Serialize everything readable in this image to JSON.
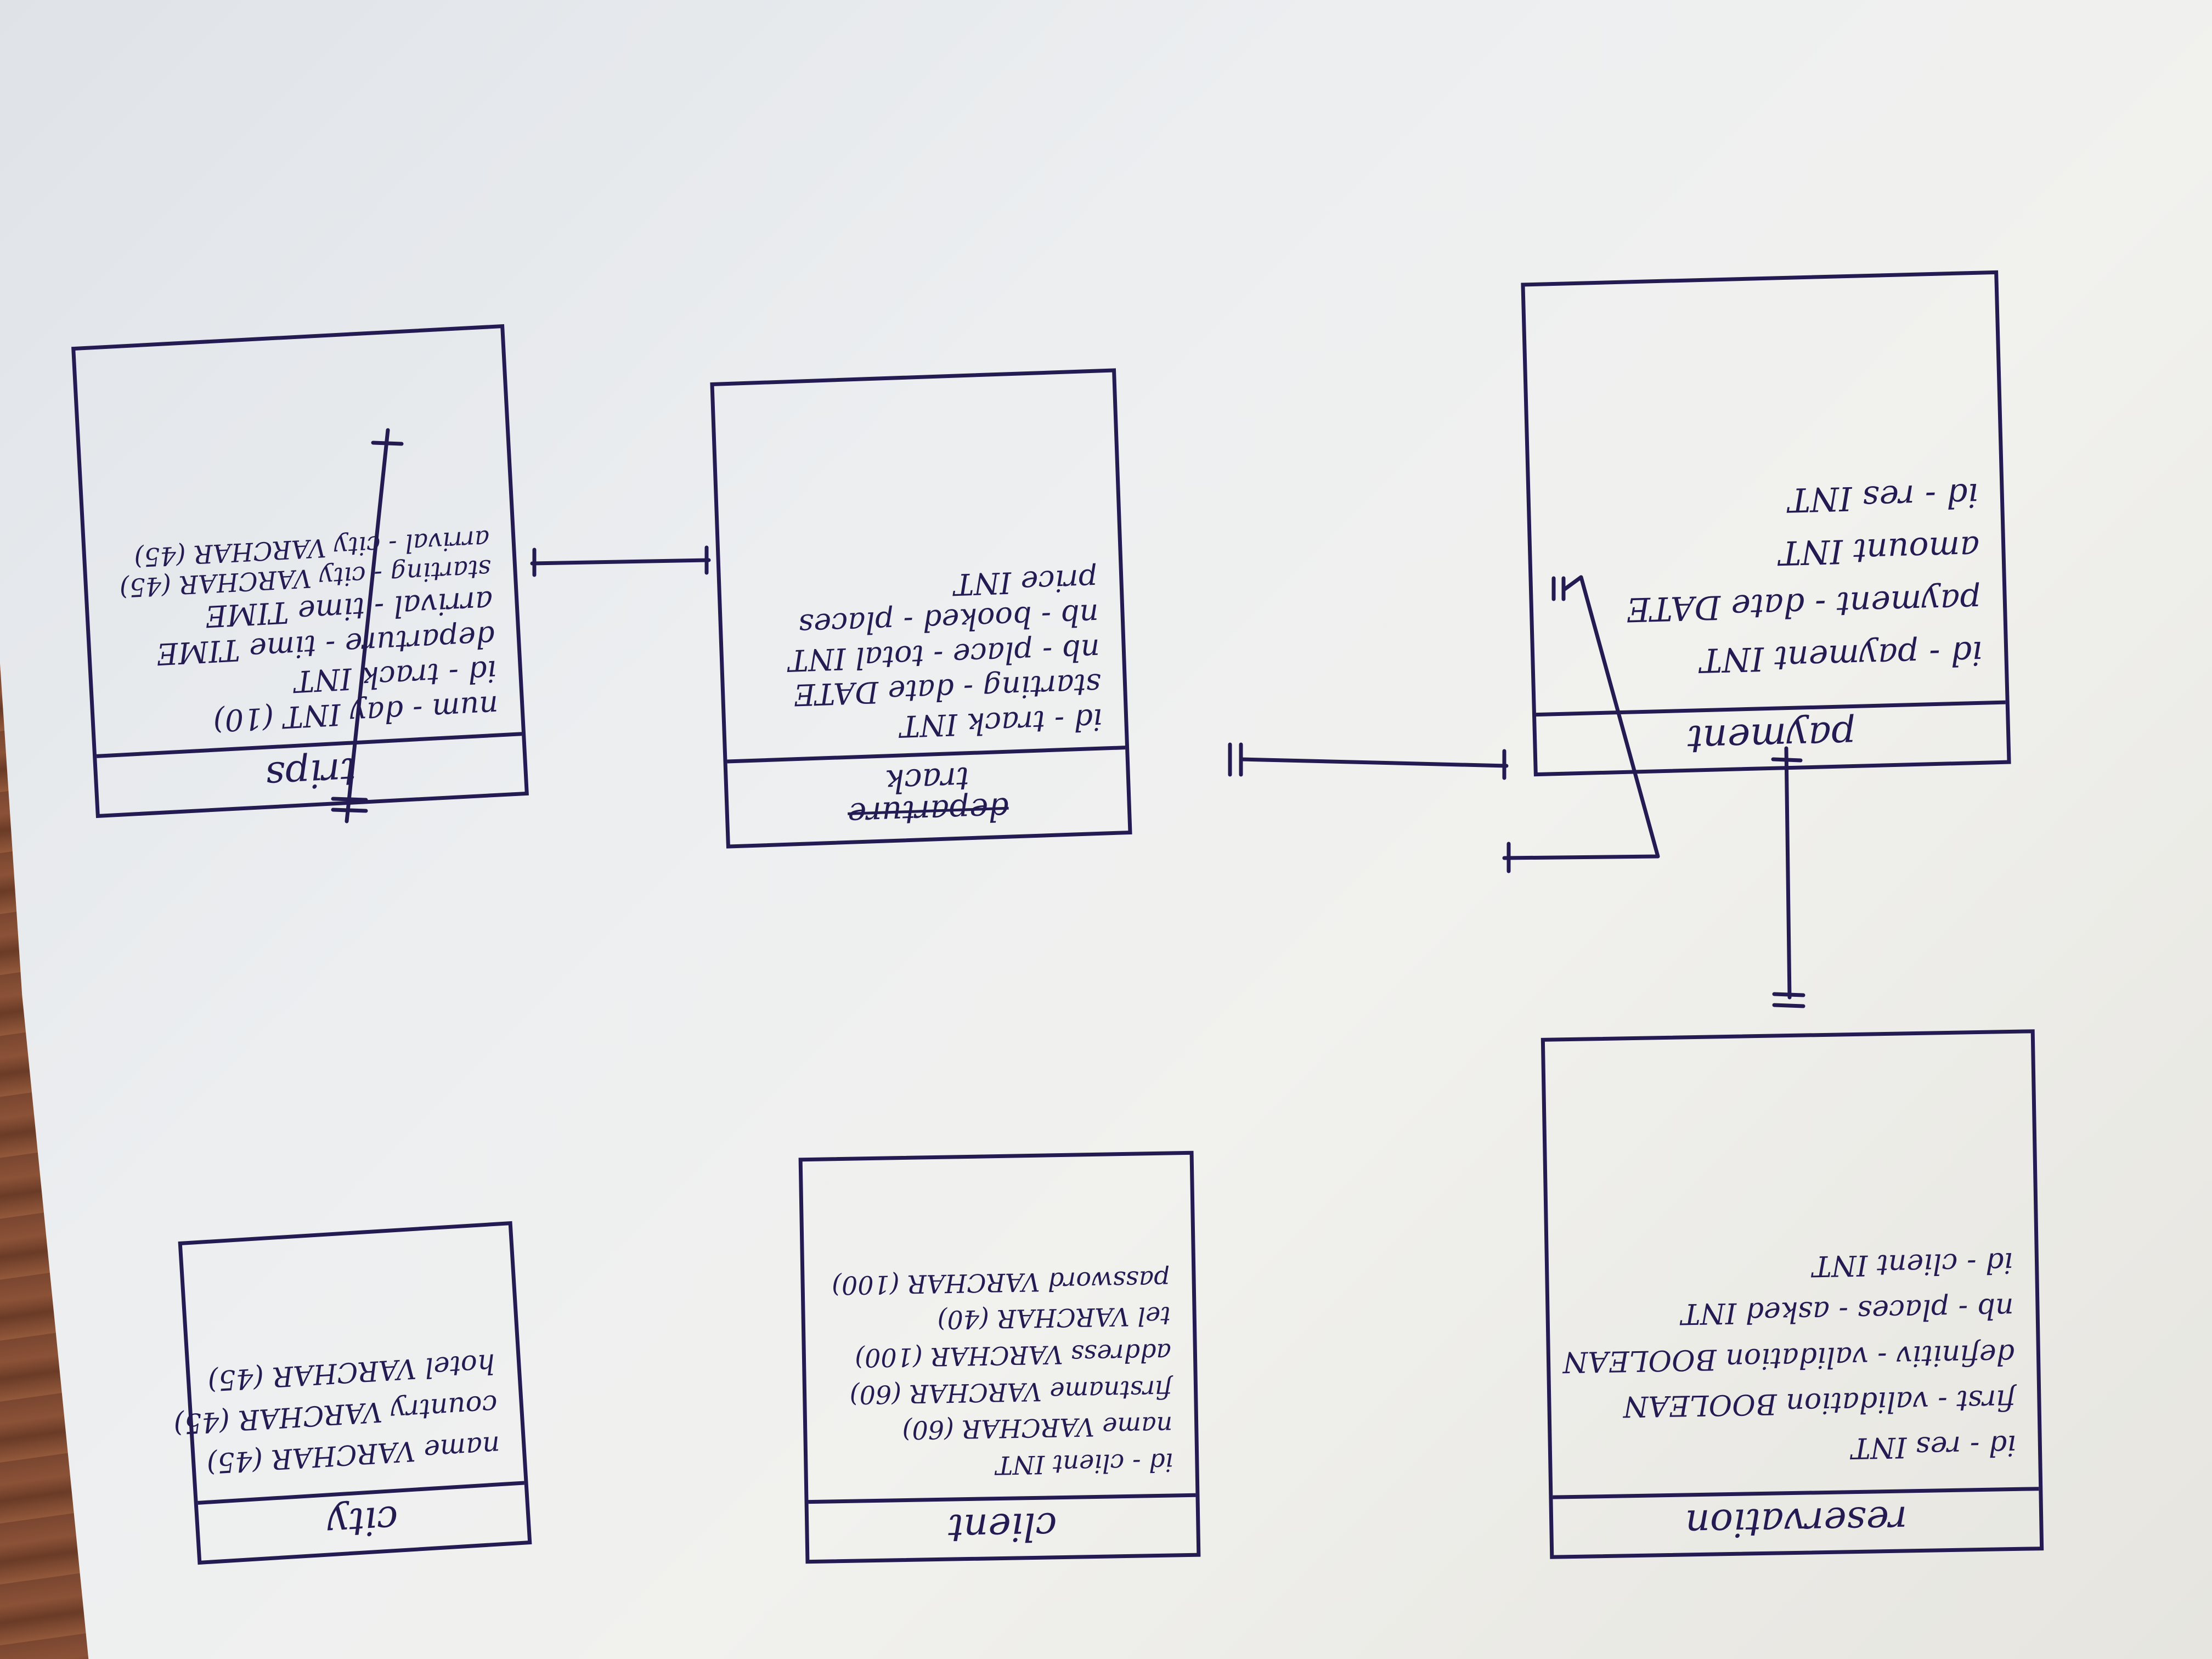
{
  "entities": {
    "trips": {
      "title": "trips",
      "attributes": [
        "num - day INT (10)",
        "id - track INT",
        "departure - time TIME",
        "arrival - time TIME",
        "starting - city VARCHAR (45)",
        "arrival - city VARCHAR (45)"
      ]
    },
    "track": {
      "title_struck": "departure",
      "title": "track",
      "attributes": [
        "id - track INT",
        "starting - date DATE",
        "nb - place - total INT",
        "nb - booked - places",
        "price INT"
      ]
    },
    "payment": {
      "title": "payment",
      "attributes": [
        "id - payment INT",
        "payment - date DATE",
        "amount INT",
        "id - res INT"
      ]
    },
    "city": {
      "title": "city",
      "attributes": [
        "name VARCHAR (45)",
        "country VARCHAR (45)",
        "hotel VARCHAR (45)"
      ]
    },
    "client": {
      "title": "client",
      "attributes": [
        "id - client INT",
        "name VARCHAR (60)",
        "firstname VARCHAR (60)",
        "address VARCHAR (100)",
        "tel VARCHAR (40)",
        "password VARCHAR (100)"
      ]
    },
    "reservation": {
      "title": "reservation",
      "attributes": [
        "id - res INT",
        "first - validation BOOLEAN",
        "definitiv - validation BOOLEAN",
        "nb - places - asked INT",
        "id - client INT"
      ]
    }
  },
  "colors": {
    "ink": "#241b52",
    "paper": "#eceef0",
    "table": "#7a4630"
  }
}
